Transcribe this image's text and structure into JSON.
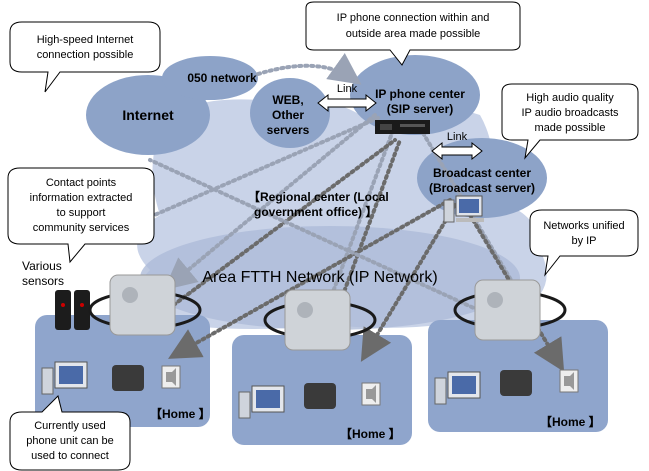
{
  "callouts": {
    "internet": [
      "High-speed Internet",
      "connection possible"
    ],
    "ip_phone": [
      "IP phone connection within and",
      "outside area made possible"
    ],
    "audio": [
      "High audio quality",
      "IP audio broadcasts",
      "made possible"
    ],
    "contact": [
      "Contact points",
      "information extracted",
      "to support",
      "community services"
    ],
    "unified": [
      "Networks unified",
      "by IP"
    ],
    "phone_unit": [
      "Currently used",
      "phone unit can be",
      "used to connect"
    ]
  },
  "nodes": {
    "internet": "Internet",
    "network_050": "050 network",
    "web": [
      "WEB,",
      "Other",
      "servers"
    ],
    "ip_center": [
      "IP phone center",
      "(SIP server)"
    ],
    "broadcast": [
      "Broadcast center",
      "(Broadcast server)"
    ],
    "regional": [
      "【Regional center (Local",
      "government office) 】"
    ],
    "ftth": "Area FTTH Network (IP Network)",
    "sensors": [
      "Various",
      "sensors"
    ]
  },
  "links": {
    "link1": "Link",
    "link2": "Link"
  },
  "homes": [
    "【Home 】",
    "【Home 】",
    "【Home 】"
  ],
  "colors": {
    "ellipse": "#8da3c8",
    "cloud": "#c9d3e8",
    "home_panel": "#8fa5cc",
    "dots": "#a0a8b8"
  }
}
